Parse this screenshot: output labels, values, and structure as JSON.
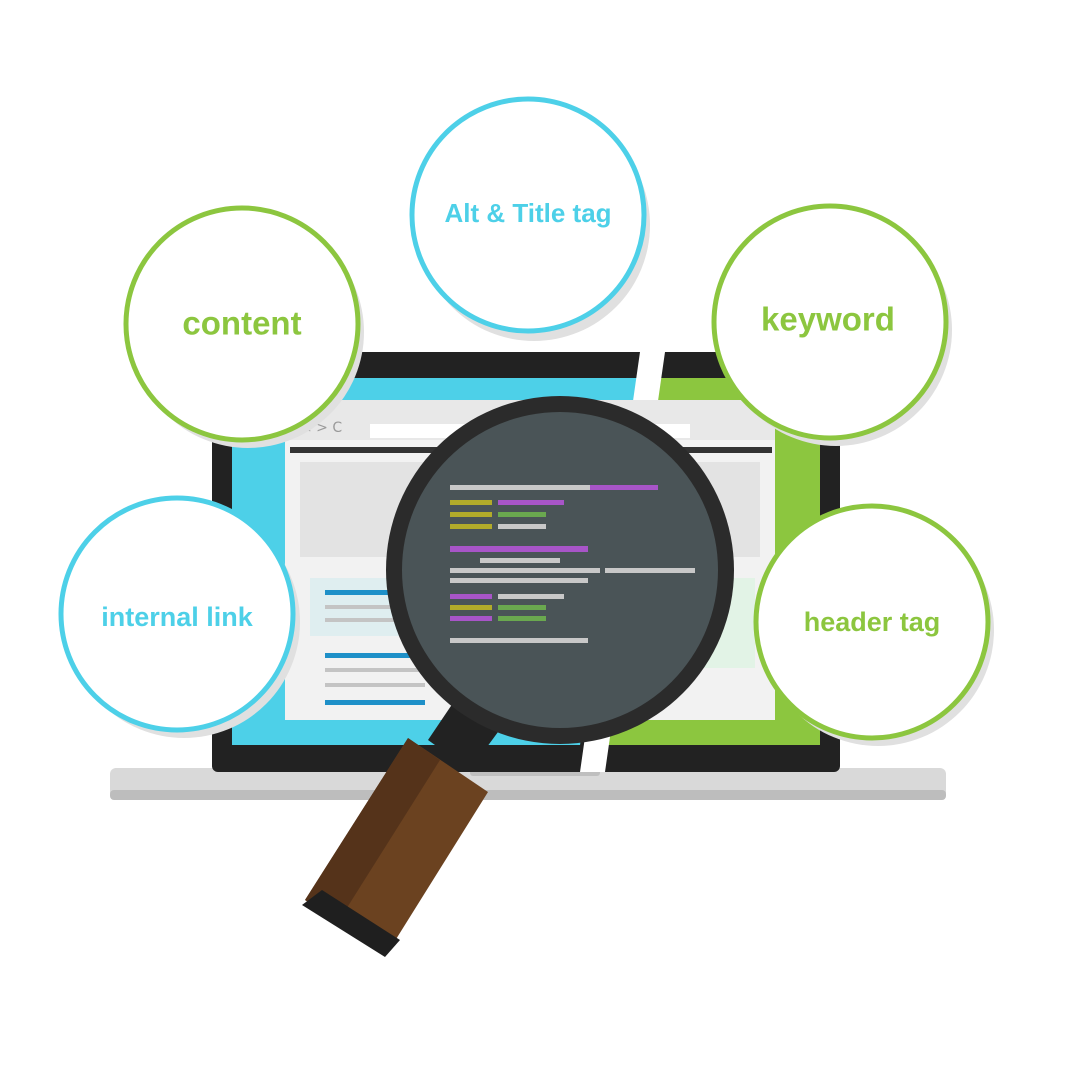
{
  "colors": {
    "green": "#8cc63f",
    "blue": "#4dd0e8",
    "laptop_frame": "#222222",
    "lens_screen": "#4a5457",
    "handle": "#6b4220",
    "purple": "#a855c8",
    "olive": "#b2ab2a",
    "code_green": "#6aa84f",
    "code_gray": "#c8c8c8"
  },
  "bubbles": [
    {
      "id": "alt-title",
      "label": "Alt & Title tag",
      "color": "blue"
    },
    {
      "id": "content",
      "label": "content",
      "color": "green"
    },
    {
      "id": "keyword",
      "label": "keyword",
      "color": "green"
    },
    {
      "id": "internal-link",
      "label": "internal link",
      "color": "blue"
    },
    {
      "id": "header-tag",
      "label": "header tag",
      "color": "green"
    }
  ],
  "browser": {
    "nav_glyphs": "< > C"
  }
}
